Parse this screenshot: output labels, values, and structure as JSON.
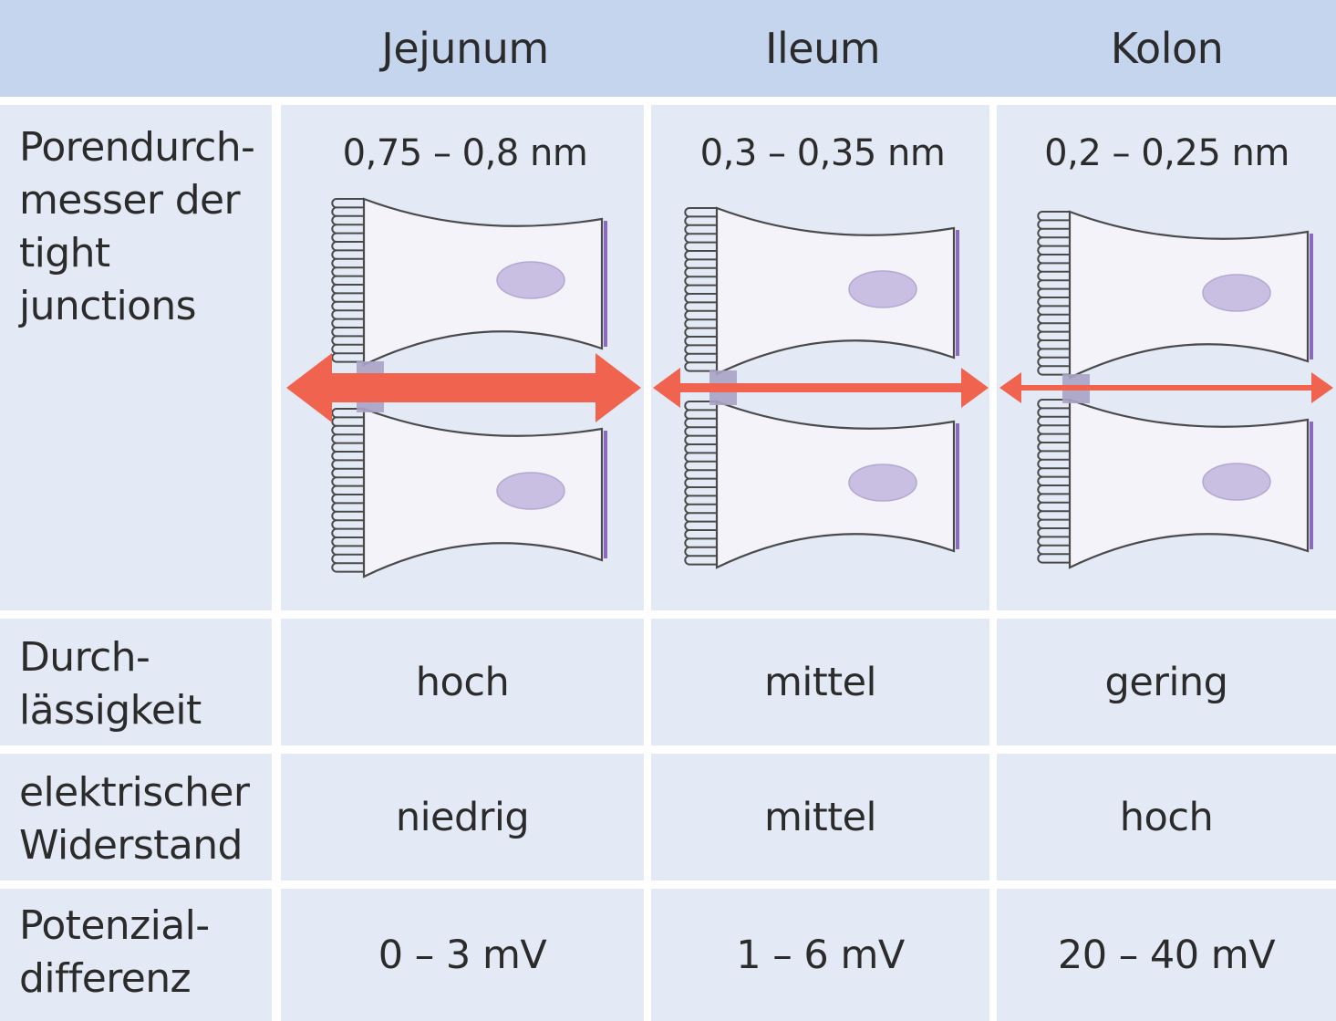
{
  "header": {
    "columns": [
      "Jejunum",
      "Ileum",
      "Kolon"
    ]
  },
  "rows": {
    "pore": {
      "label_lines": [
        "Porendurch-",
        "messer der",
        "tight",
        "junctions"
      ],
      "values": [
        "0,75 – 0,8 nm",
        "0,3 – 0,35 nm",
        "0,2 – 0,25 nm"
      ]
    },
    "permeability": {
      "label_lines": [
        "Durch-",
        "lässigkeit"
      ],
      "values": [
        "hoch",
        "mittel",
        "gering"
      ]
    },
    "resistance": {
      "label_lines": [
        "elektrischer",
        "Widerstand"
      ],
      "values": [
        "niedrig",
        "mittel",
        "hoch"
      ]
    },
    "potential": {
      "label_lines": [
        "Potenzial-",
        "differenz"
      ],
      "values": [
        "0 – 3 mV",
        "1 – 6 mV",
        "20 – 40 mV"
      ]
    }
  },
  "colors": {
    "header_bg": "#c6d5ee",
    "cell_bg": "#e4eaf5",
    "arrow": "#f0634f",
    "nucleus": "#c9bfe2",
    "basal_membrane": "#8a6bbf",
    "cell_fill": "#f4f3f9",
    "cell_stroke": "#4a4a4a",
    "junction": "#a9a3c4"
  },
  "diagram": {
    "arrow_relative_thickness": [
      "thick",
      "medium",
      "thin"
    ]
  }
}
